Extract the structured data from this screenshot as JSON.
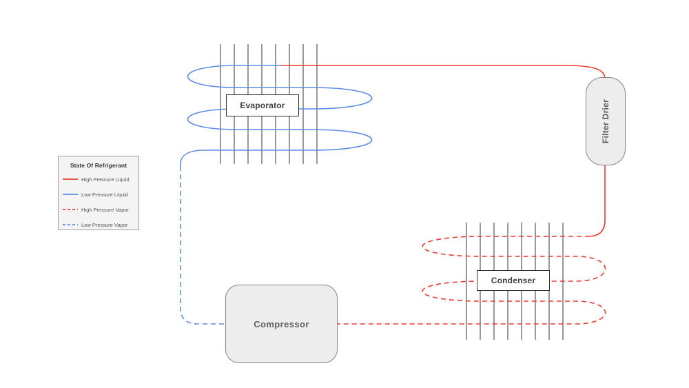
{
  "diagram": {
    "type": "refrigeration-cycle",
    "nodes": {
      "evaporator": {
        "label": "Evaporator"
      },
      "condenser": {
        "label": "Condenser"
      },
      "compressor": {
        "label": "Compressor"
      },
      "filter_drier": {
        "label": "Filter Drier"
      }
    },
    "legend": {
      "title": "State Of Refrigerant",
      "items": [
        {
          "label": "High Pressure Liquid",
          "color": "#ee3a2e",
          "dash": "none"
        },
        {
          "label": "Low Pressure Liquid",
          "color": "#5b8ce8",
          "dash": "none"
        },
        {
          "label": "High Pressure Vapor",
          "color": "#ee3a2e",
          "dash": "4 3"
        },
        {
          "label": "Low Pressure Vapor",
          "color": "#5b8ce8",
          "dash": "4 3"
        }
      ]
    },
    "colors": {
      "high_pressure": "#ee3a2e",
      "low_pressure": "#5b8ce8",
      "fins": "#555555",
      "node_fill": "#ededed",
      "node_border": "#848484"
    }
  }
}
